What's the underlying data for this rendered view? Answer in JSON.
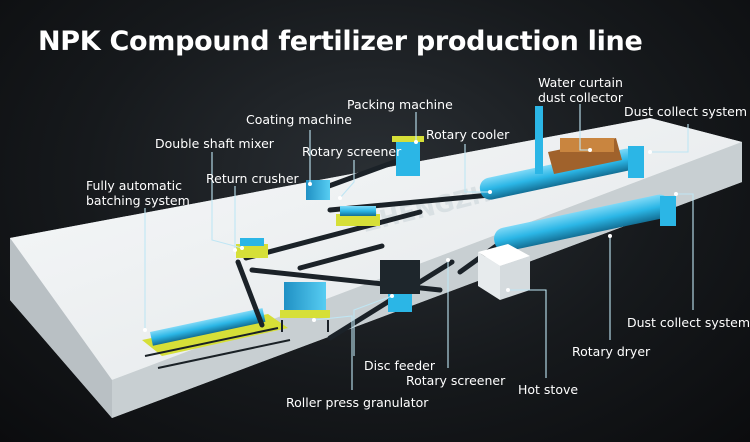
{
  "title": "NPK Compound fertilizer production line",
  "watermark": "ZHENGZHOU",
  "colors": {
    "accent": "#2bb6e6",
    "platform": "#eef1f2",
    "yellow": "#d8e23a",
    "leader": "#9fdcf0"
  },
  "labels": {
    "water_curtain": "Water curtain\ndust collector",
    "packing": "Packing machine",
    "coating": "Coating machine",
    "rotary_cooler": "Rotary cooler",
    "dust_collect_top": "Dust collect system",
    "double_shaft": "Double shaft mixer",
    "rotary_screener_top": "Rotary screener",
    "return_crusher": "Return crusher",
    "batching": "Fully automatic\nbatching system",
    "dust_collect_bottom": "Dust collect system",
    "rotary_dryer": "Rotary dryer",
    "disc_feeder": "Disc feeder",
    "rotary_screener_bottom": "Rotary screener",
    "hot_stove": "Hot stove",
    "roller_press": "Roller press granulator"
  }
}
